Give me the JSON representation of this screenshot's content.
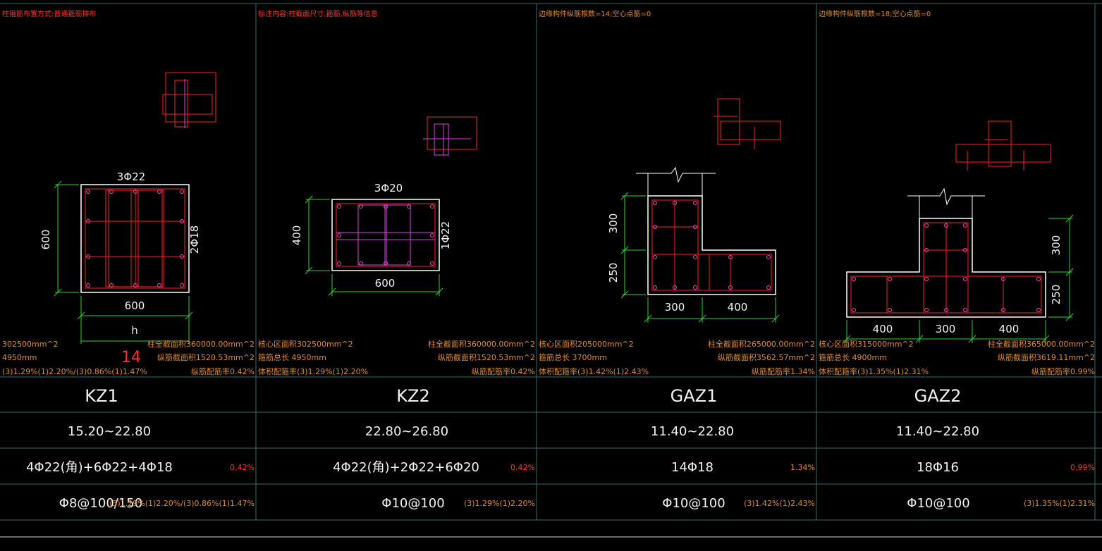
{
  "header_notes": [
    "柱箍筋布置方式:普通箍筋排布",
    "标注内容:柱截面尺寸,箍筋,纵筋等信息",
    "边缘构件纵筋根数=14;空心点筋=0",
    "边缘构件纵筋根数=18;空心点筋=0"
  ],
  "sections": [
    {
      "id": "KZ1",
      "top_rebar": "3Φ22",
      "side_rebar": "2Φ18",
      "dims": [
        "600",
        "600"
      ],
      "h_label": "h",
      "red_number": "14",
      "left_info": [
        "302500mm^2",
        "4950mm",
        "(3)1.29%(1)2.20%/(3)0.86%(1)1.47%"
      ],
      "right_info": [
        "柱全截面积360000.00mm^2",
        "纵筋截面积1520.53mm^2",
        "纵筋配筋率0.42%"
      ]
    },
    {
      "id": "KZ2",
      "top_rebar": "3Φ20",
      "side_rebar": "1Φ22",
      "dims": [
        "400",
        "600"
      ],
      "left_info": [
        "核心区面积302500mm^2",
        "箍筋总长 4950mm",
        "体积配箍率(3)1.29%(1)2.20%"
      ],
      "right_info": [
        "柱全截面积360000.00mm^2",
        "纵筋截面积1520.53mm^2",
        "纵筋配筋率0.42%"
      ]
    },
    {
      "id": "GAZ1",
      "dims": [
        "300",
        "250",
        "300",
        "400"
      ],
      "left_info": [
        "核心区面积205000mm^2",
        "箍筋总长 3700mm",
        "体积配箍率(3)1.42%(1)2.43%"
      ],
      "right_info": [
        "柱全截面积265000.00mm^2",
        "纵筋截面积3562.57mm^2",
        "纵筋配筋率1.34%"
      ]
    },
    {
      "id": "GAZ2",
      "dims": [
        "300",
        "250",
        "400",
        "300",
        "400"
      ],
      "left_info": [
        "核心区面积315000mm^2",
        "箍筋总长 4900mm",
        "体积配箍率(3)1.35%(1)2.31%"
      ],
      "right_info": [
        "柱全截面积365000.00mm^2",
        "纵筋截面积3619.11mm^2",
        "纵筋配筋率0.99%"
      ]
    }
  ],
  "table": {
    "names": [
      "KZ1",
      "KZ2",
      "GAZ1",
      "GAZ2"
    ],
    "elevations": [
      "15.20~22.80",
      "22.80~26.80",
      "11.40~22.80",
      "11.40~22.80"
    ],
    "longitudinal": [
      "4Φ22(角)+6Φ22+4Φ18",
      "4Φ22(角)+2Φ22+6Φ20",
      "14Φ18",
      "18Φ16"
    ],
    "long_ratio": [
      "0.42%",
      "0.42%",
      "1.34%",
      "0.99%"
    ],
    "stirrups": [
      "Φ8@100/150",
      "Φ10@100",
      "Φ10@100",
      "Φ10@100"
    ],
    "stirrup_ratio": [
      "(3)1.29%(1)2.20%/(3)0.86%(1)1.47%",
      "(3)1.29%(1)2.20%",
      "(3)1.42%(1)2.43%",
      "(3)1.35%(1)2.31%"
    ]
  },
  "colors": {
    "background": "#000000",
    "grid": "#2f6f6a",
    "rebar": "#ff2020",
    "dimension": "#30d030",
    "text_info": "#e08a2a"
  }
}
